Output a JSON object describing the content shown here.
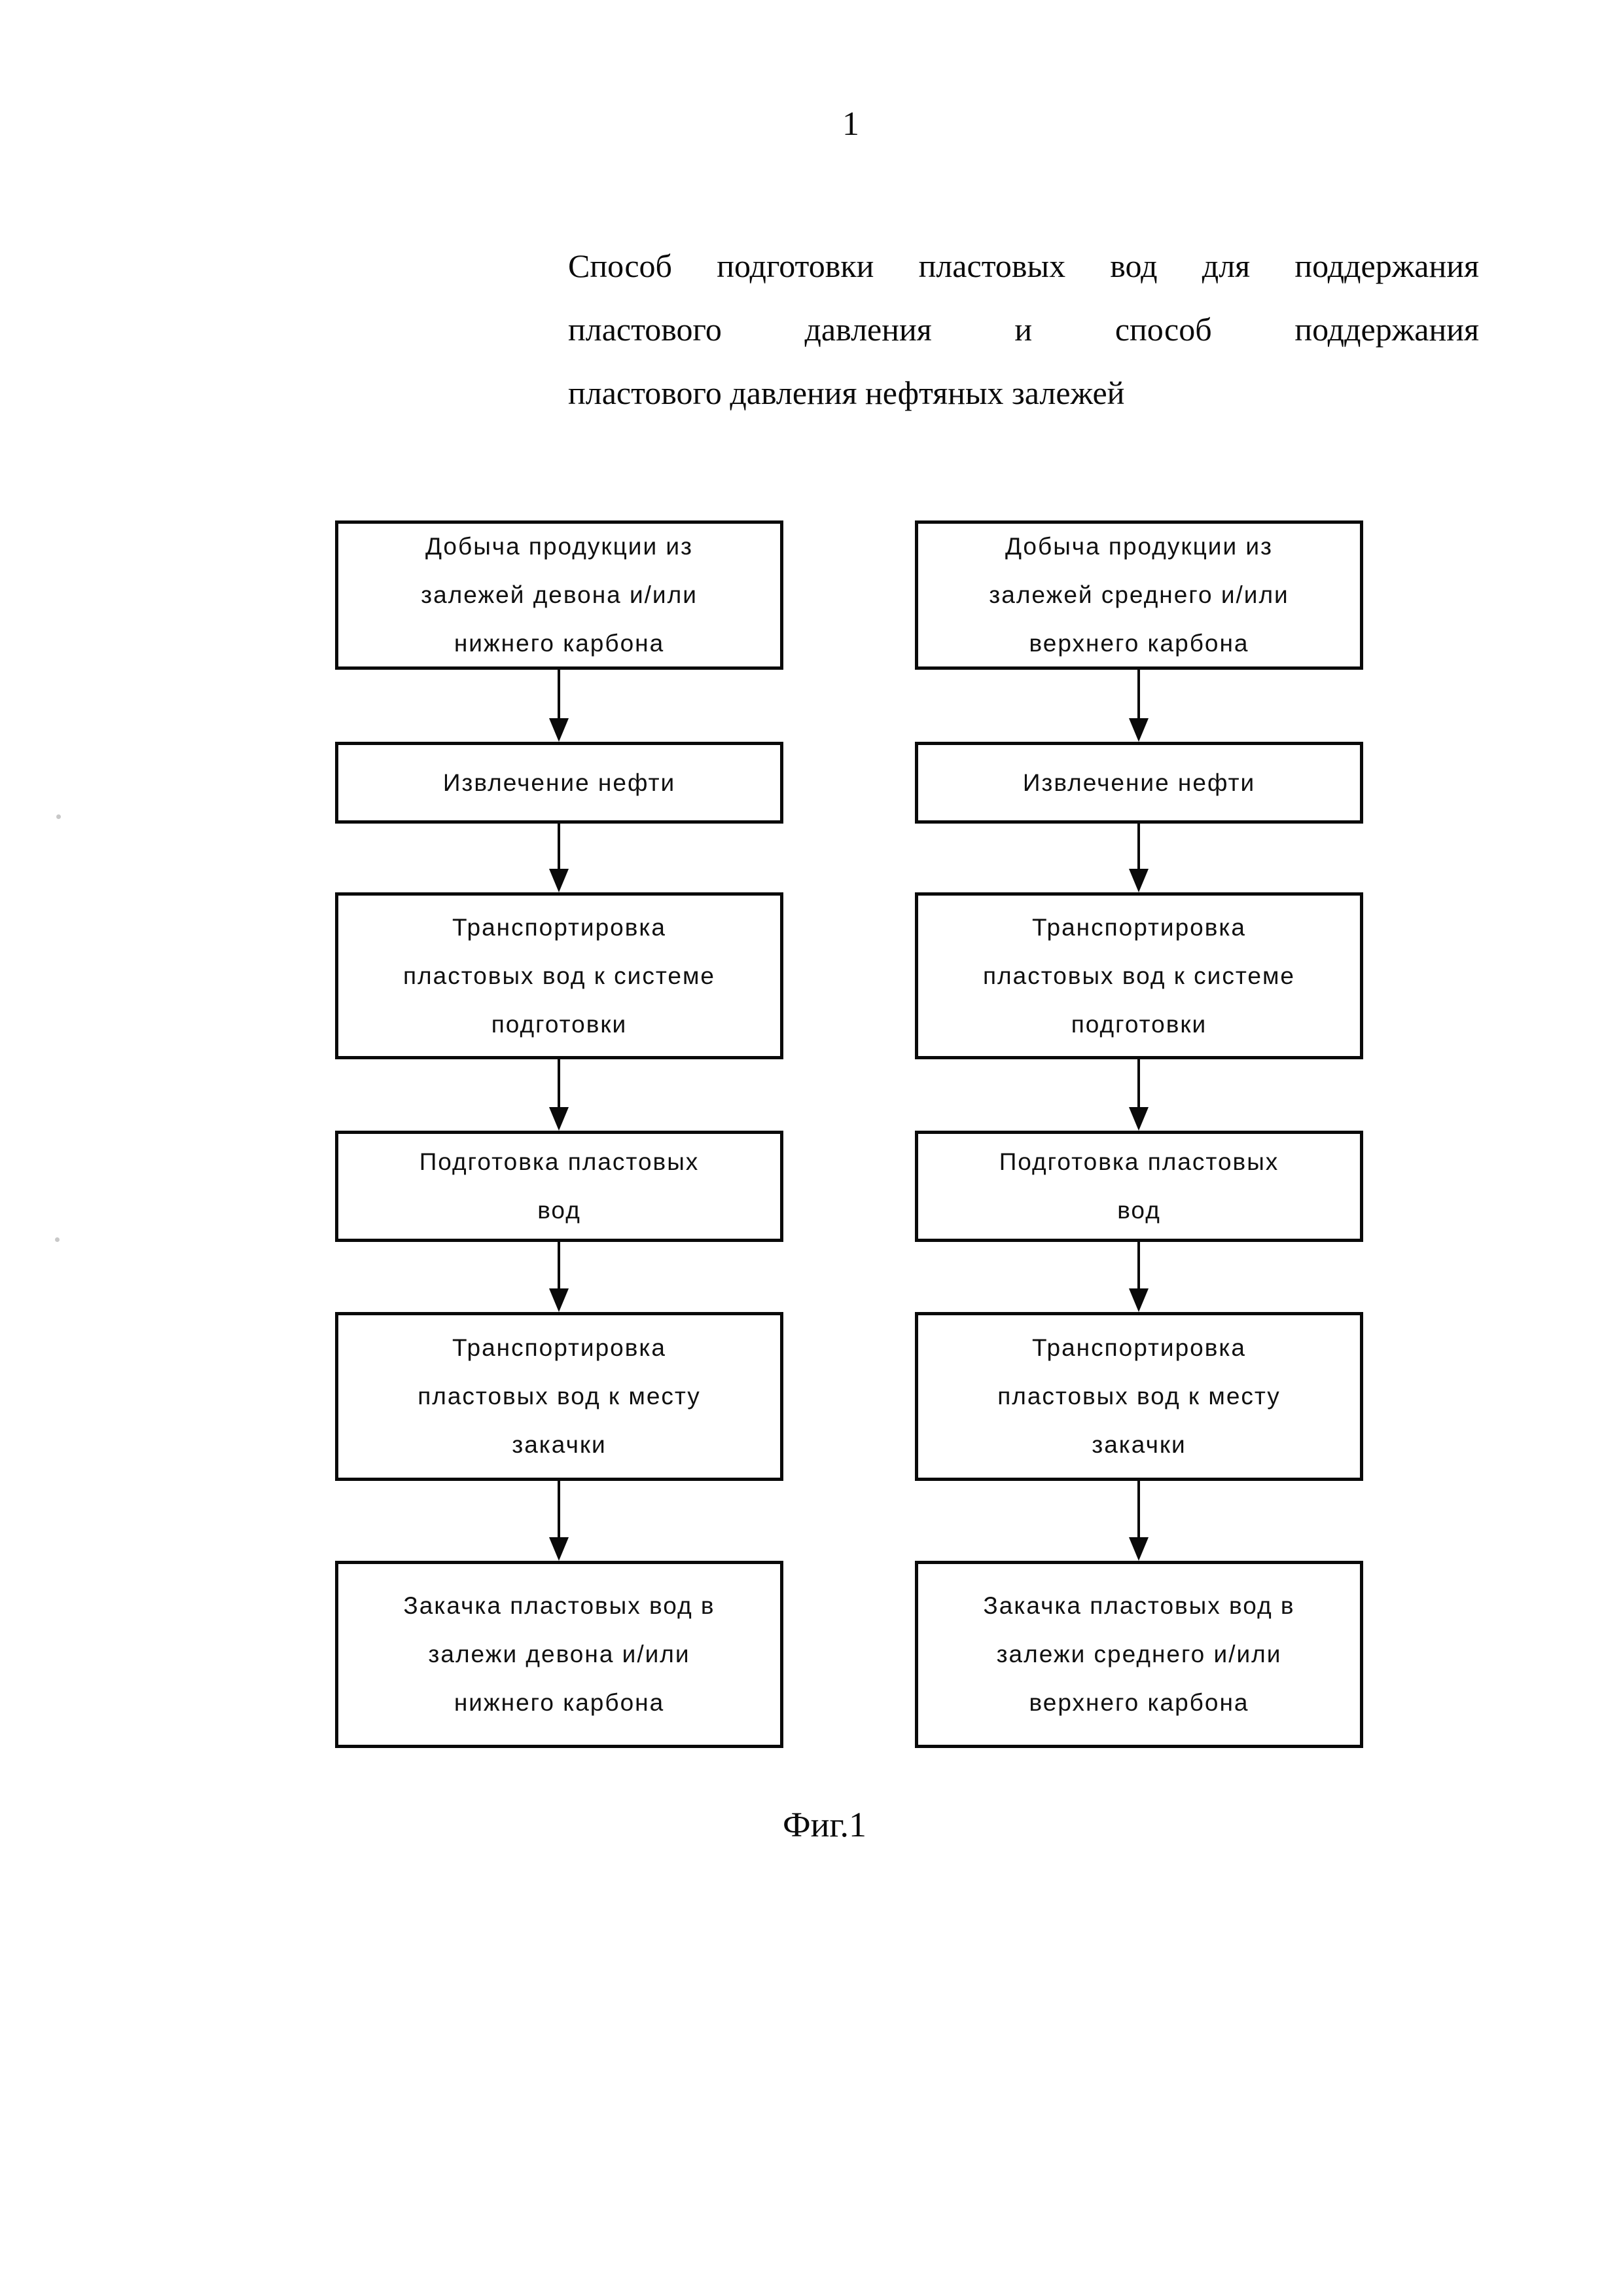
{
  "page": {
    "number": "1"
  },
  "title": {
    "lines": [
      "Способ подготовки пластовых вод для поддержания",
      "пластового давления и способ поддержания",
      "пластового давления нефтяных залежей"
    ]
  },
  "diagram": {
    "caption": "Фиг.1",
    "columns": [
      {
        "steps": [
          "Добыча продукции из\nзалежей девона и/или\nнижнего карбона",
          "Извлечение нефти",
          "Транспортировка\nпластовых вод к системе\nподготовки",
          "Подготовка пластовых\nвод",
          "Транспортировка\nпластовых вод к месту\nзакачки",
          "Закачка пластовых вод в\nзалежи девона и/или\nнижнего карбона"
        ]
      },
      {
        "steps": [
          "Добыча продукции из\nзалежей среднего и/или\nверхнего карбона",
          "Извлечение нефти",
          "Транспортировка\nпластовых вод к системе\nподготовки",
          "Подготовка пластовых\nвод",
          "Транспортировка\nпластовых вод к месту\nзакачки",
          "Закачка пластовых вод в\nзалежи среднего и/или\nверхнего карбона"
        ]
      }
    ]
  }
}
